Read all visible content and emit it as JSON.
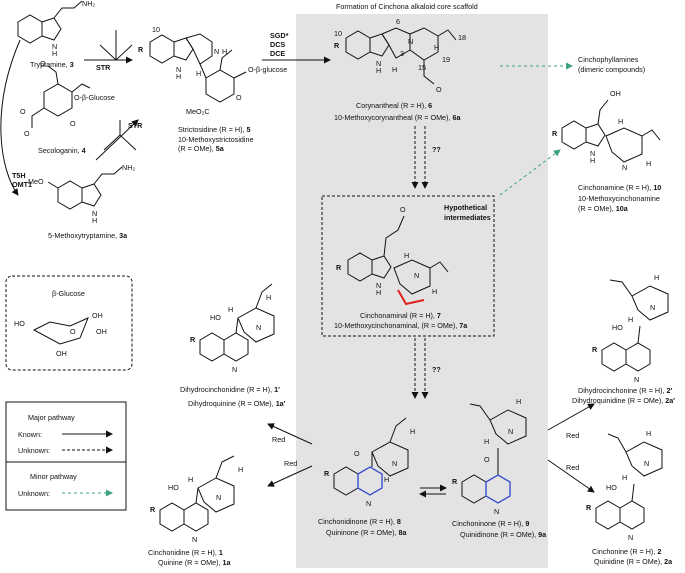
{
  "colors": {
    "panel": "#e3e3e3",
    "green": "#3aa37e",
    "red": "#e0201b",
    "blue": "#3a4fd0",
    "ink": "#111111"
  },
  "core_panel_title": "Formation of Cinchona alkaloid core scaffold",
  "compounds": {
    "tryptamine": {
      "name": "Tryptamine,",
      "num": "3"
    },
    "secologanin": {
      "name": "Secologanin,",
      "num": "4",
      "glc": "O-β-Glucose"
    },
    "methoxytryptamine": {
      "name": "5-Methoxytryptamine,",
      "num": "3a",
      "sub": "MeO"
    },
    "strictosidine": {
      "line1": "Strictosidine (R = H),",
      "num1": "5",
      "line2": "10-Methoxystrictosidine",
      "line3": "(R = OMe),",
      "num3": "5a",
      "glc": "O-β-glucose",
      "ester": "MeO₂C"
    },
    "corynantheal": {
      "line1": "Corynantheal (R = H),",
      "num1": "6",
      "line2": "10-Methoxycorynantheal (R = OMe),",
      "num2": "6a"
    },
    "cinchophyllamines": {
      "line1": "Cinchophyllamines",
      "line2": "(dimeric compounds)"
    },
    "cinchonamine": {
      "line1": "Cinchonamine (R = H),",
      "num1": "10",
      "line2": "10-Methoxycinchonamine",
      "line3": "(R = OMe),",
      "num3": "10a"
    },
    "hypothetical": {
      "line1": "Hypothetical",
      "line2": "intermediates"
    },
    "cinchonaminal": {
      "line1": "Cinchonaminal (R = H),",
      "num1": "7",
      "line2": "10-Methoxycinchonaminal, (R = OMe),",
      "num2": "7a"
    },
    "dihydrocinchonidine": {
      "line1": "Dihydrocinchonidine (R = H),",
      "num1": "1′",
      "line2": "Dihydroquinine (R = OMe),",
      "num2": "1a′"
    },
    "dihydrocinchonine": {
      "line1": "Dihydrocinchonine (R = H),",
      "num1": "2′",
      "line2": "Dihydroquinidine (R = OMe),",
      "num2": "2a′"
    },
    "cinchonidinone": {
      "line1": "Cinchonidinone (R = H),",
      "num1": "8",
      "line2": "Quininone (R = OMe),",
      "num2": "8a"
    },
    "cinchoninone": {
      "line1": "Cinchoninone (R = H),",
      "num1": "9",
      "line2": "Quinidinone (R = OMe),",
      "num2": "9a"
    },
    "cinchonidine": {
      "line1": "Cinchonidine (R = H),",
      "num1": "1",
      "line2": "Quinine (R = OMe),",
      "num2": "1a"
    },
    "cinchonine": {
      "line1": "Cinchonine (R = H),",
      "num1": "2",
      "line2": "Quinidine (R = OMe),",
      "num2": "2a"
    }
  },
  "enzymes": {
    "str1": "STR",
    "str2": "STR",
    "t5h": "T5H",
    "omt1": "OMT1",
    "sgd": "SGD*",
    "dcs": "DCS",
    "dce": "DCE",
    "q1": "??",
    "q2": "??",
    "red1": "Red",
    "red2": "Red",
    "red3": "Red",
    "red4": "Red"
  },
  "atoms": {
    "r": "R",
    "n": "N",
    "h": "H",
    "o": "O",
    "ho": "HO",
    "oh": "OH",
    "n10": "10",
    "n6": "6",
    "n3": "3",
    "n15": "15",
    "n18": "18",
    "n19": "19"
  },
  "glucose_box": {
    "title": "β-Glucose",
    "oh": "OH",
    "ho": "HO",
    "o": "O"
  },
  "legend": {
    "major": "Major pathway",
    "known": "Known:",
    "unknown": "Unknown:",
    "minor": "Minor pathway",
    "unknown2": "Unknown:"
  }
}
